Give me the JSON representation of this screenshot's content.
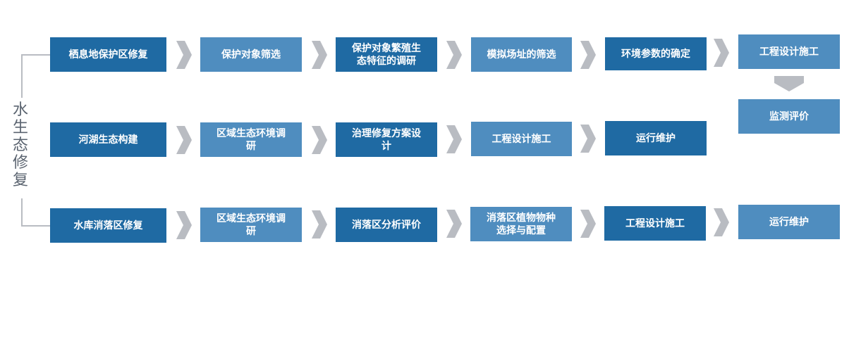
{
  "root": {
    "label": "水生态修复"
  },
  "colors": {
    "dark_box": "#1f6aa3",
    "light_box": "#4f8dbf",
    "arrow": "#b9bcc2",
    "root_text": "#5b6470"
  },
  "rows": [
    {
      "name": "habitat-row",
      "steps": [
        "栖息地保护区修复",
        "保护对象筛选",
        "保护对象繁殖生\n态特征的调研",
        "模拟场址的筛选",
        "环境参数的确定",
        "工程设计施工"
      ],
      "extra_steps": [
        "监测评价"
      ]
    },
    {
      "name": "river-lake-row",
      "steps": [
        "河湖生态构建",
        "区域生态环境调\n研",
        "治理修复方案设\n计",
        "工程设计施工",
        "运行维护"
      ]
    },
    {
      "name": "reservoir-row",
      "steps": [
        "水库消落区修复",
        "区域生态环境调\n研",
        "消落区分析评价",
        "消落区植物物种\n选择与配置",
        "工程设计施工",
        "运行维护"
      ]
    }
  ]
}
